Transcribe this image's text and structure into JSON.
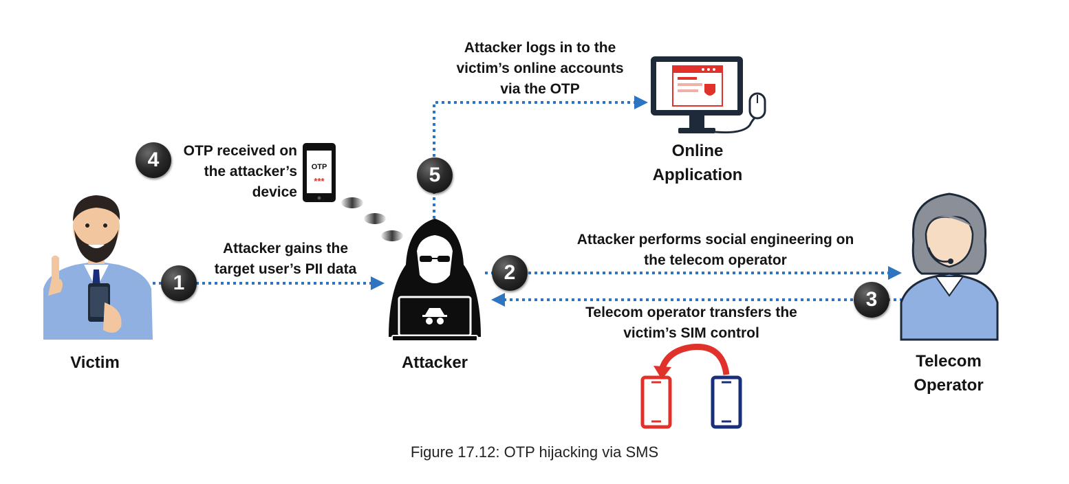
{
  "actors": {
    "victim": "Victim",
    "attacker": "Attacker",
    "online_app": [
      "Online",
      "Application"
    ],
    "telecom": [
      "Telecom",
      "Operator"
    ]
  },
  "steps": {
    "s1": "1",
    "s2": "2",
    "s3": "3",
    "s4": "4",
    "s5": "5"
  },
  "labels": {
    "step1": [
      "Attacker gains the",
      "target user’s PII data"
    ],
    "step2": [
      "Attacker performs social engineering on",
      "the telecom operator"
    ],
    "step3": [
      "Telecom operator transfers the",
      "victim’s SIM control"
    ],
    "step4": [
      "OTP received on",
      "the attacker’s",
      "device"
    ],
    "step5": [
      "Attacker logs in to the",
      "victim’s online accounts",
      "via the OTP"
    ]
  },
  "phone_screen": {
    "text": "OTP",
    "mask": "***"
  },
  "caption": "Figure 17.12: OTP hijacking via SMS",
  "colors": {
    "arrow": "#2e74c0",
    "red": "#e0312a",
    "navy": "#1a2f7a",
    "shirt": "#8fb0e0"
  },
  "icons": [
    "victim-person-icon",
    "hacker-icon",
    "monitor-icon",
    "mouse-icon",
    "call-center-operator-icon",
    "phone-otp-icon",
    "sim-swap-phones-icon",
    "curved-arrow-icon"
  ]
}
